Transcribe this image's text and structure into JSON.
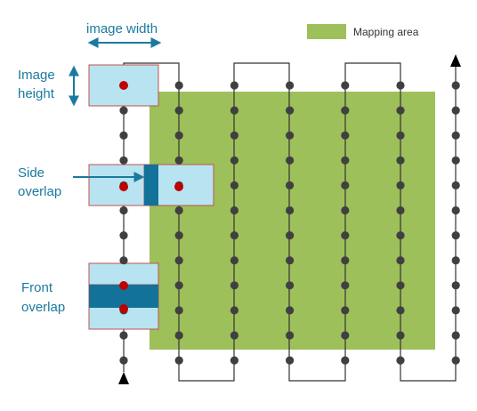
{
  "labels": {
    "image_width": "image width",
    "image_height_line1": "Image",
    "image_height_line2": "height",
    "side_overlap_line1": "Side",
    "side_overlap_line2": "overlap",
    "front_overlap_line1": "Front",
    "front_overlap_line2": "overlap"
  },
  "legend": {
    "mapping_area": "Mapping area"
  },
  "colors": {
    "mapping_area": "#9dc05a",
    "image_footprint_fill": "#b8e4f2",
    "image_footprint_border": "#c0504d",
    "overlap_fill": "#12729a",
    "photo_point": "#c00000",
    "waypoint": "#404040",
    "flight_path": "#333333",
    "annotation": "#1a7aa0"
  },
  "flight_plan": {
    "flight_lines": 7,
    "waypoints_per_line": 12
  }
}
